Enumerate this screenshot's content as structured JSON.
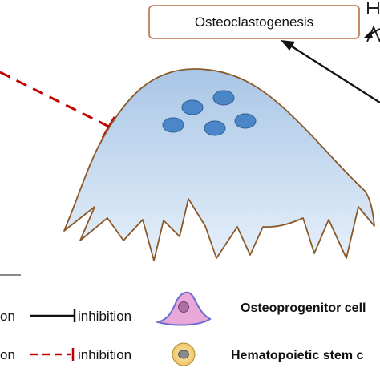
{
  "boxes": {
    "process_box": "Osteoclastogenesis"
  },
  "legend": {
    "solid_left_fragment": "on",
    "solid_label": "inhibition",
    "dashed_left_fragment": "on",
    "dashed_label": "inhibition",
    "cell_types": [
      {
        "label": "Osteoprogenitor cell"
      },
      {
        "label": "Hematopoietic stem c"
      }
    ]
  },
  "colors": {
    "cell_fill": "#c5daef",
    "cell_outline": "#8a5a2b",
    "nucleus": "#4a86c8",
    "inhibition_dashed": "#c00000",
    "box_border": "#c0805a",
    "osteoprogenitor_fill": "#e9a8d8",
    "osteoprogenitor_outline": "#6b6fd1",
    "hsc_ring": "#e8b84a"
  }
}
